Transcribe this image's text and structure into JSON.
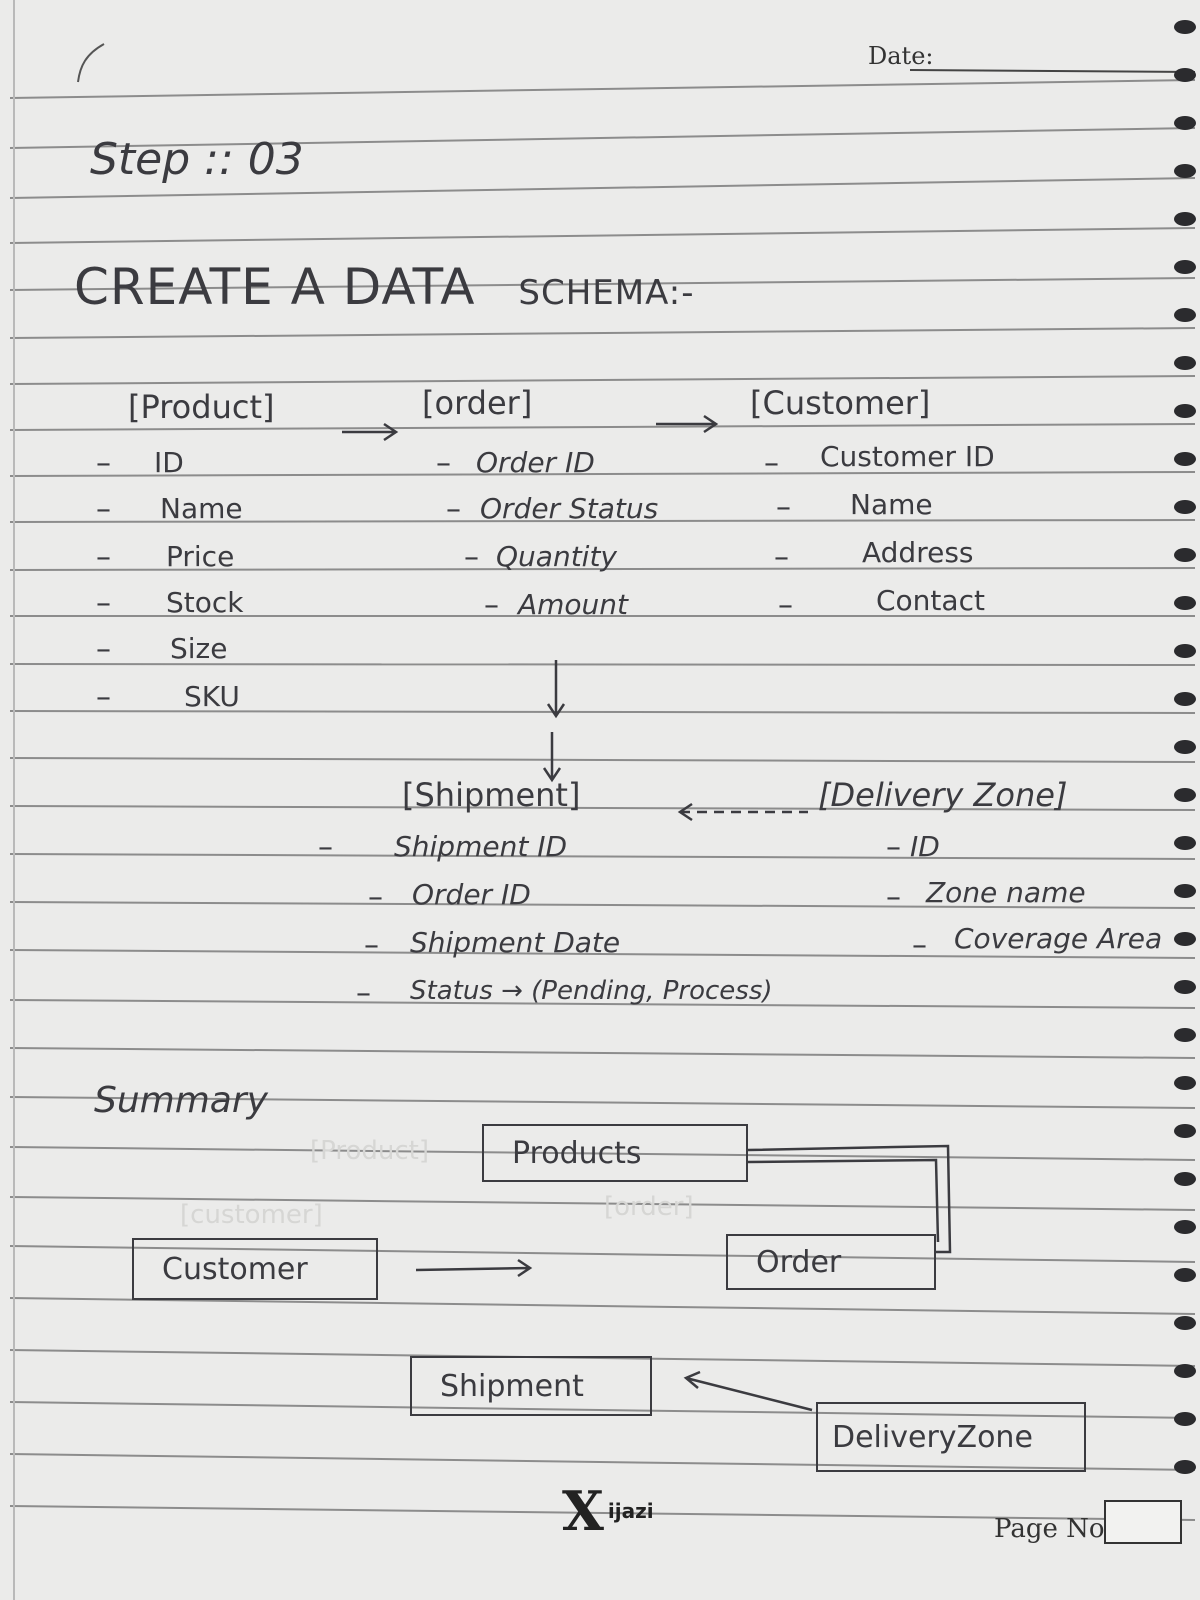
{
  "header": {
    "date_label": "Date:"
  },
  "step": "Step :: 03",
  "title": {
    "main": "CREATE A DATA",
    "second": "SCHEMA:-"
  },
  "entities": {
    "product": {
      "name": "[Product]",
      "fields": [
        "ID",
        "Name",
        "Price",
        "Stock",
        "Size",
        "SKU"
      ]
    },
    "order": {
      "name": "[order]",
      "fields": [
        "Order ID",
        "Order Status",
        "Quantity",
        "Amount"
      ]
    },
    "customer": {
      "name": "[Customer]",
      "fields": [
        "Customer ID",
        "Name",
        "Address",
        "Contact"
      ]
    },
    "shipment": {
      "name": "[Shipment]",
      "fields": [
        "Shipment ID",
        "Order ID",
        "Shipment Date",
        "Status → (Pending, Process)"
      ]
    },
    "delivery_zone": {
      "name": "[Delivery Zone]",
      "fields": [
        "ID",
        "Zone name",
        "Coverage Area"
      ]
    }
  },
  "summary": {
    "label": "Summary",
    "boxes": {
      "products": "Products",
      "customer": "Customer",
      "order": "Order",
      "shipment": "Shipment",
      "delivery_zone": "DeliveryZone"
    },
    "erased": {
      "product": "[Product]",
      "customer": "[customer]",
      "order": "[order]"
    }
  },
  "footer": {
    "brand": "ijazi",
    "page_no_label": "Page No."
  }
}
